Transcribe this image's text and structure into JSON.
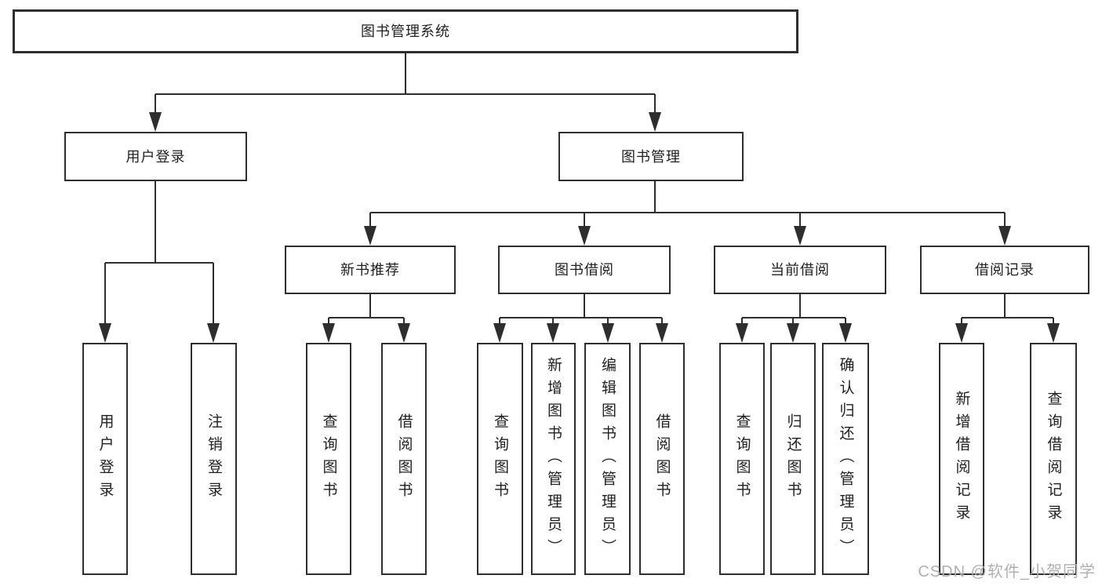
{
  "colors": {
    "stroke": "#2e2e2e",
    "text": "#1f1f1f",
    "watermark": "#b0b0b0",
    "background": "#ffffff"
  },
  "watermark": {
    "text": "CSDN @软件_小贺同学"
  },
  "tree": {
    "label": "图书管理系统",
    "children": [
      {
        "label": "用户登录",
        "children": [
          {
            "label": "用户登录"
          },
          {
            "label": "注销登录"
          }
        ]
      },
      {
        "label": "图书管理",
        "children": [
          {
            "label": "新书推荐",
            "children": [
              {
                "label": "查询图书"
              },
              {
                "label": "借阅图书"
              }
            ]
          },
          {
            "label": "图书借阅",
            "children": [
              {
                "label": "查询图书"
              },
              {
                "label": "新增图书（管理员）"
              },
              {
                "label": "编辑图书（管理员）"
              },
              {
                "label": "借阅图书"
              }
            ]
          },
          {
            "label": "当前借阅",
            "children": [
              {
                "label": "查询图书"
              },
              {
                "label": "归还图书"
              },
              {
                "label": "确认归还（管理员）"
              }
            ]
          },
          {
            "label": "借阅记录",
            "children": [
              {
                "label": "新增借阅记录"
              },
              {
                "label": "查询借阅记录"
              }
            ]
          }
        ]
      }
    ]
  }
}
